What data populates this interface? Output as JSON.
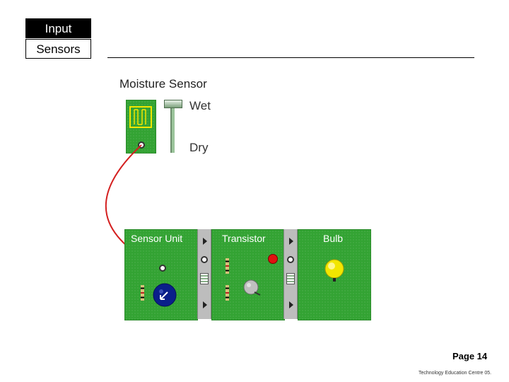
{
  "header": {
    "input_label": "Input",
    "sensors_label": "Sensors"
  },
  "moisture_sensor": {
    "title": "Moisture Sensor",
    "wet_label": "Wet",
    "dry_label": "Dry"
  },
  "circuit": {
    "sensor_unit_title": "Sensor Unit",
    "transistor_title": "Transistor",
    "bulb_title": "Bulb"
  },
  "footer": {
    "page": "Page 14",
    "credit": "Technology Education Centre 05."
  },
  "colors": {
    "board_green": "#33a333",
    "wire_red": "#d42020",
    "led_red": "#e01010",
    "bulb_yellow": "#f2e600",
    "dial_blue": "#0a1f8a"
  }
}
